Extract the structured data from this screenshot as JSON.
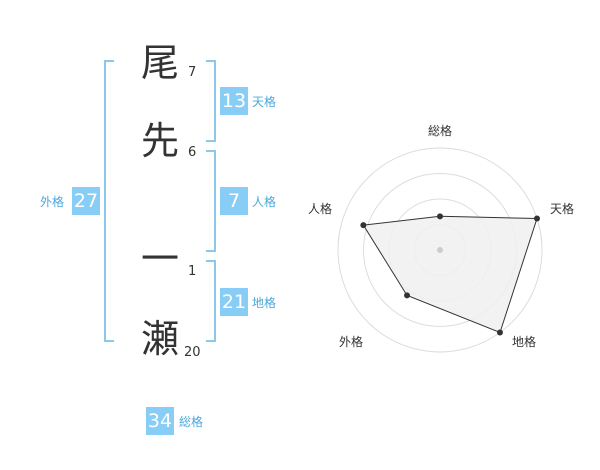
{
  "name": {
    "chars": [
      {
        "char": "尾",
        "strokes": "7"
      },
      {
        "char": "先",
        "strokes": "6"
      },
      {
        "char": "一",
        "strokes": "1"
      },
      {
        "char": "瀬",
        "strokes": "20"
      }
    ]
  },
  "kakusu": {
    "tenkaku": {
      "value": "13",
      "label": "天格"
    },
    "jinkaku": {
      "value": "7",
      "label": "人格"
    },
    "chikaku": {
      "value": "21",
      "label": "地格"
    },
    "gaikaku": {
      "value": "27",
      "label": "外格"
    },
    "soukaku": {
      "value": "34",
      "label": "総格"
    }
  },
  "colors": {
    "accent": "#88cdf6",
    "bracket": "#8cc8ea",
    "label_text": "#4ba8dc",
    "radar_fill": "#f0f0f0",
    "radar_line": "#333333",
    "grid": "#dddddd"
  },
  "chart_data": {
    "type": "radar",
    "axes": [
      "総格",
      "天格",
      "地格",
      "外格",
      "人格"
    ],
    "values": [
      0.33,
      1.0,
      1.0,
      0.55,
      0.79
    ],
    "max": 1,
    "rings": 4,
    "grid": true
  }
}
